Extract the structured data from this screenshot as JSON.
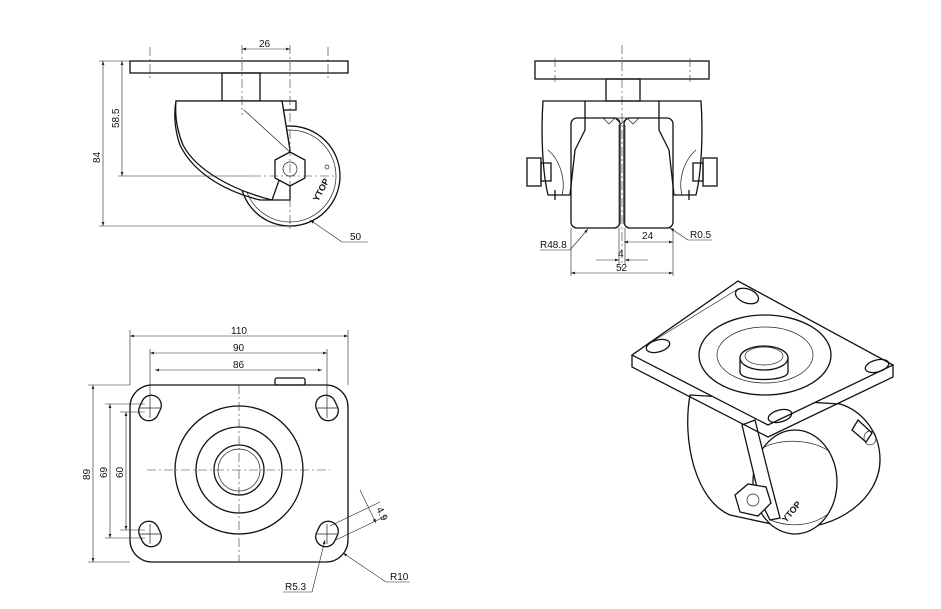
{
  "brand_mark": "YTOP",
  "views": {
    "side": {
      "dims": {
        "offset": "26",
        "height_total": "84",
        "height_mount": "58.5",
        "wheel_dia": "50"
      }
    },
    "front": {
      "dims": {
        "radius_wheel": "R48.8",
        "tread": "24",
        "radius_edge": "R0.5",
        "gap": "4",
        "width": "52"
      }
    },
    "top": {
      "dims": {
        "width_plate": "110",
        "hole_outer": "90",
        "hole_inner": "86",
        "height_plate": "89",
        "hole_span_outer": "69",
        "hole_span_inner": "60",
        "slot_width": "4.9",
        "radius_slot": "R5.3",
        "radius_corner": "R10"
      }
    }
  }
}
